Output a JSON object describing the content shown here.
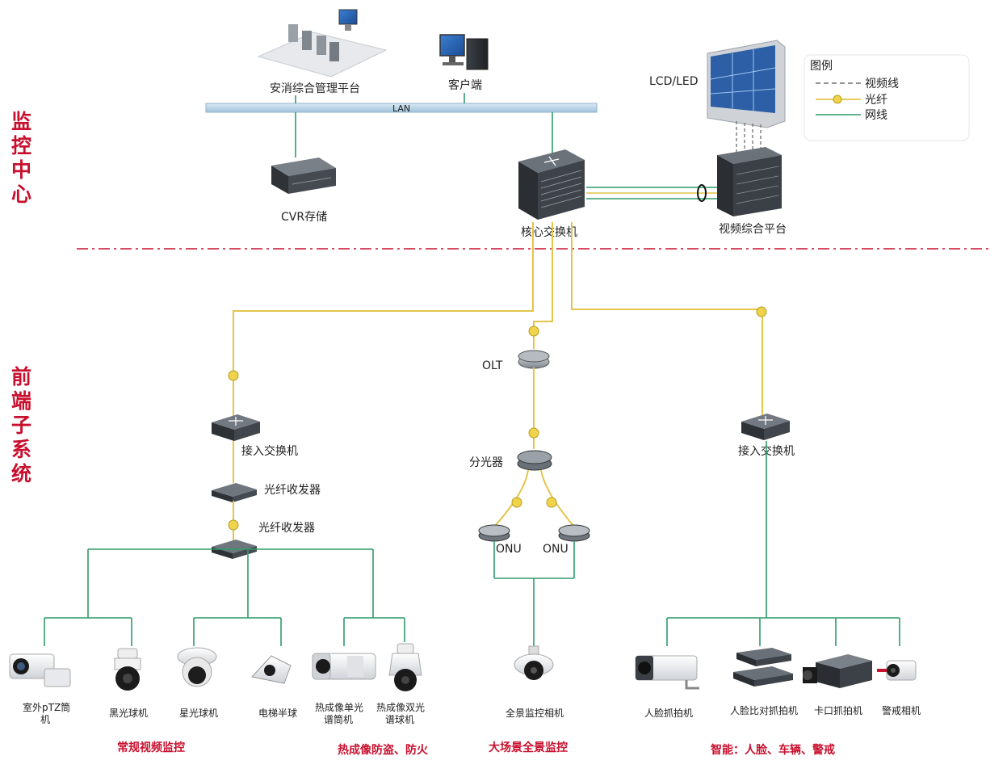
{
  "sections": {
    "center": [
      "监",
      "控",
      "中",
      "心"
    ],
    "front": [
      "前",
      "端",
      "子",
      "系",
      "统"
    ]
  },
  "center_devices": {
    "platform": "安消综合管理平台",
    "client": "客户端",
    "lan": "LAN",
    "cvr": "CVR存储",
    "core_switch": "核心交换机",
    "lcd": "LCD/LED",
    "video_platform": "视频综合平台"
  },
  "legend": {
    "title": "图例",
    "items": [
      "视频线",
      "光纤",
      "网线"
    ]
  },
  "left_branch": {
    "switch": "接入交换机",
    "transceiver_top": "光纤收发器",
    "transceiver_bottom": "光纤收发器"
  },
  "middle_branch": {
    "olt": "OLT",
    "splitter": "分光器",
    "onu_left": "ONU",
    "onu_right": "ONU"
  },
  "right_branch": {
    "switch": "接入交换机"
  },
  "cameras": {
    "ptz_line1": "室外pTZ筒",
    "ptz_line2": "机",
    "black_light": "黑光球机",
    "starlight": "星光球机",
    "elevator": "电梯半球",
    "thermal_single_line1": "热成像单光",
    "thermal_single_line2": "谱筒机",
    "thermal_dual_line1": "热成像双光",
    "thermal_dual_line2": "谱球机",
    "panoramic": "全景监控相机",
    "face_capture": "人脸抓拍机",
    "face_compare": "人脸比对抓拍机",
    "checkpoint": "卡口抓拍机",
    "alert": "警戒相机"
  },
  "categories": {
    "regular": "常规视频监控",
    "thermal": "热成像防盗、防火",
    "panorama": "大场景全景监控",
    "smart": "智能：人脸、车辆、警戒"
  },
  "colors": {
    "fiber": "#e4c44a",
    "network": "#2e9b6a",
    "accent": "#c8102e",
    "lan_bar": "#b7d4e6"
  }
}
